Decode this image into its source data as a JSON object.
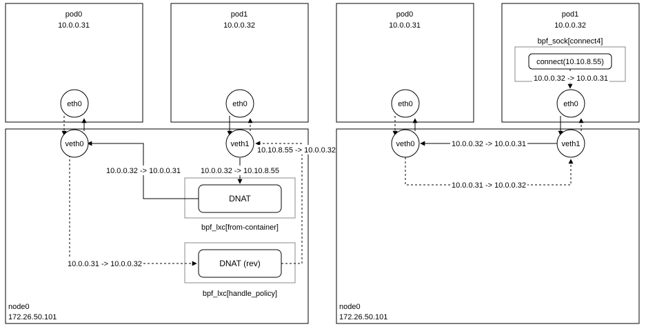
{
  "left": {
    "pod0": {
      "name": "pod0",
      "ip": "10.0.0.31"
    },
    "pod1": {
      "name": "pod1",
      "ip": "10.0.0.32"
    },
    "node": {
      "name": "node0",
      "ip": "172.26.50.101"
    },
    "ifaces": {
      "pod0_eth": "eth0",
      "pod1_eth": "eth0",
      "veth0": "veth0",
      "veth1": "veth1"
    },
    "dnat": "DNAT",
    "dnat_rev": "DNAT (rev)",
    "from_container": "bpf_lxc[from-container]",
    "handle_policy": "bpf_lxc[handle_policy]",
    "flows": {
      "f1": "10.0.0.32 -> 10.0.0.31",
      "f2": "10.0.0.32 -> 10.10.8.55",
      "f3": "10.10.8.55 -> 10.0.0.32",
      "f4": "10.0.0.31 -> 10.0.0.32"
    }
  },
  "right": {
    "pod0": {
      "name": "pod0",
      "ip": "10.0.0.31"
    },
    "pod1": {
      "name": "pod1",
      "ip": "10.0.0.32"
    },
    "node": {
      "name": "node0",
      "ip": "172.26.50.101"
    },
    "ifaces": {
      "pod0_eth": "eth0",
      "pod1_eth": "eth0",
      "veth0": "veth0",
      "veth1": "veth1"
    },
    "sock_group": "bpf_sock[connect4]",
    "connect": "connect(10.10.8.55)",
    "flows": {
      "f1": "10.0.0.32 -> 10.0.0.31",
      "f2": "10.0.0.32 -> 10.0.0.31",
      "f3": "10.0.0.31 -> 10.0.0.32"
    }
  }
}
